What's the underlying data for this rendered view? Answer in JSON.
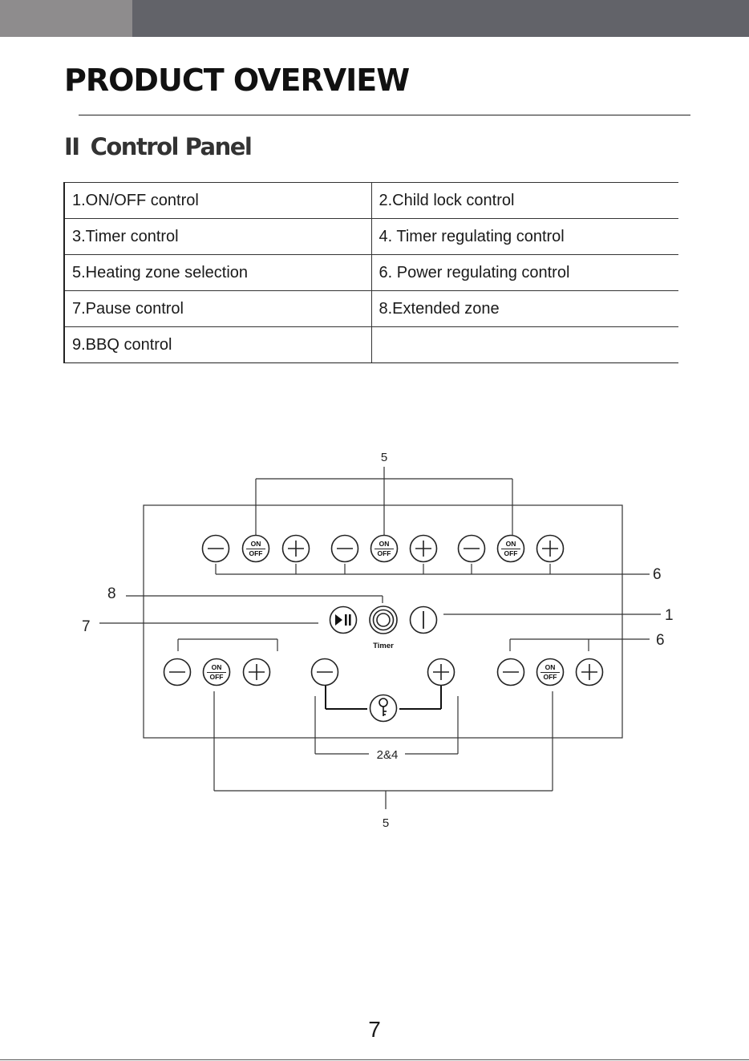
{
  "header": {
    "title": "PRODUCT OVERVIEW",
    "section_roman": "II",
    "section_title": "Control Panel"
  },
  "legend": [
    [
      "1.ON/OFF control",
      "2.Child lock control"
    ],
    [
      "3.Timer control",
      "4. Timer regulating control"
    ],
    [
      "5.Heating zone selection",
      "6. Power regulating control"
    ],
    [
      "7.Pause control",
      "8.Extended zone"
    ],
    [
      "9.BBQ control",
      ""
    ]
  ],
  "diagram": {
    "callout_5_top": "5",
    "callout_6_top": "6",
    "callout_8": "8",
    "callout_7": "7",
    "callout_1": "1",
    "callout_6_bottom": "6",
    "callout_2_4": "2&4",
    "callout_5_bottom": "5",
    "timer_label": "Timer",
    "onoff_on": "ON",
    "onoff_off": "OFF"
  },
  "footer": {
    "page_number": "7"
  }
}
